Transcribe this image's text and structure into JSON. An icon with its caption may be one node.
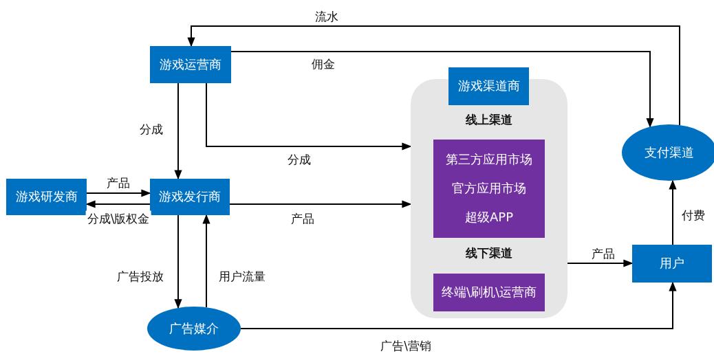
{
  "diagram": {
    "nodes": [
      {
        "text": [
          "游戏运营商"
        ]
      },
      {
        "text": [
          "游戏研发商"
        ]
      },
      {
        "text": [
          "游戏发行商"
        ]
      },
      {
        "text": [
          "广告媒介"
        ]
      },
      {
        "text": [
          "线上渠道",
          "线下渠道"
        ]
      },
      {
        "text": [
          "游戏渠道商"
        ]
      },
      {
        "text": [
          "第三方应用市场",
          "官方应用市场",
          "超级APP"
        ],
        "in": 4
      },
      {
        "text": [
          "终端\\刷机\\运营商"
        ],
        "in": 4
      },
      {
        "text": [
          "支付渠道"
        ]
      },
      {
        "text": [
          "用户"
        ]
      }
    ],
    "edges": [
      {
        "from": 8,
        "to": 0,
        "arrow": "to",
        "label": "流水"
      },
      {
        "from": 0,
        "to": 8,
        "arrow": "to",
        "label": "佣金"
      },
      {
        "from": 0,
        "to": 2,
        "arrow": "to",
        "label": "分成"
      },
      {
        "from": 0,
        "to": 4,
        "arrow": "to",
        "label": "分成"
      },
      {
        "from": 1,
        "to": 2,
        "arrow": "to",
        "label": "产品"
      },
      {
        "from": 2,
        "to": 1,
        "arrow": "to",
        "label": "分成\\版权金"
      },
      {
        "from": 2,
        "to": 4,
        "arrow": "to",
        "label": "产品"
      },
      {
        "from": 2,
        "to": 3,
        "arrow": "to",
        "label": "广告投放"
      },
      {
        "from": 3,
        "to": 2,
        "arrow": "to",
        "label": "用户流量"
      },
      {
        "from": 3,
        "to": 9,
        "arrow": "to",
        "label": "广告\\营销"
      },
      {
        "from": 4,
        "to": 9,
        "arrow": "to",
        "label": "产品"
      },
      {
        "from": 9,
        "to": 8,
        "arrow": "to",
        "label": "付费"
      }
    ]
  }
}
